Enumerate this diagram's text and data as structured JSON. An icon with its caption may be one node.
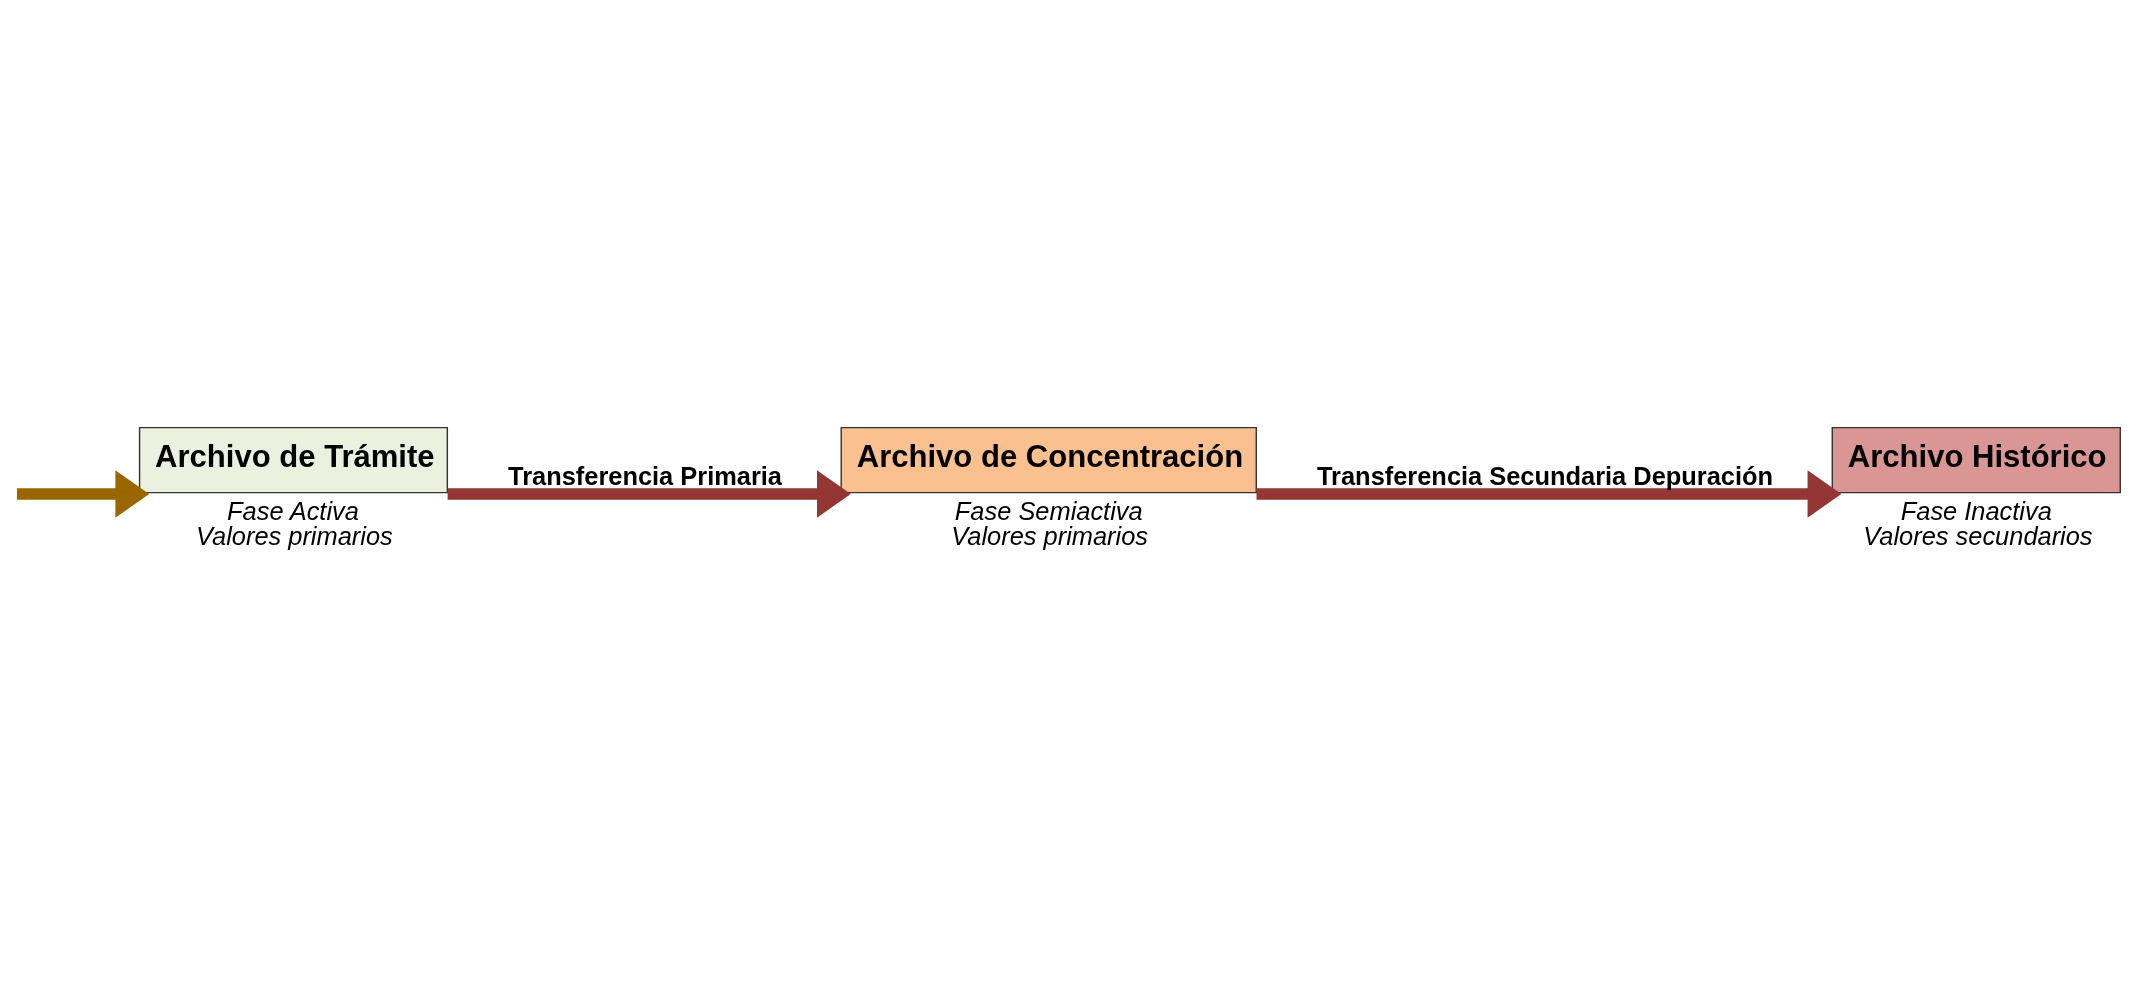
{
  "diagram": {
    "nodes": [
      {
        "text": [
          "Archivo de Trámite"
        ],
        "beside": [
          "Fase Activa",
          "Valores primarios"
        ]
      },
      {
        "text": [
          "Archivo de Concentración"
        ],
        "beside": [
          "Fase Semiactiva",
          "Valores primarios"
        ]
      },
      {
        "text": [
          "Archivo Histórico"
        ],
        "beside": [
          "Fase Inactiva",
          "Valores secundarios"
        ]
      }
    ],
    "edges": [
      {
        "from": null,
        "to": 0,
        "arrow": "to",
        "color": "#996600"
      },
      {
        "from": 0,
        "to": 1,
        "arrow": "to",
        "label": "Transferencia Primaria"
      },
      {
        "from": 1,
        "to": 2,
        "arrow": "to",
        "label": "Transferencia Secundaria Depuración"
      }
    ]
  }
}
